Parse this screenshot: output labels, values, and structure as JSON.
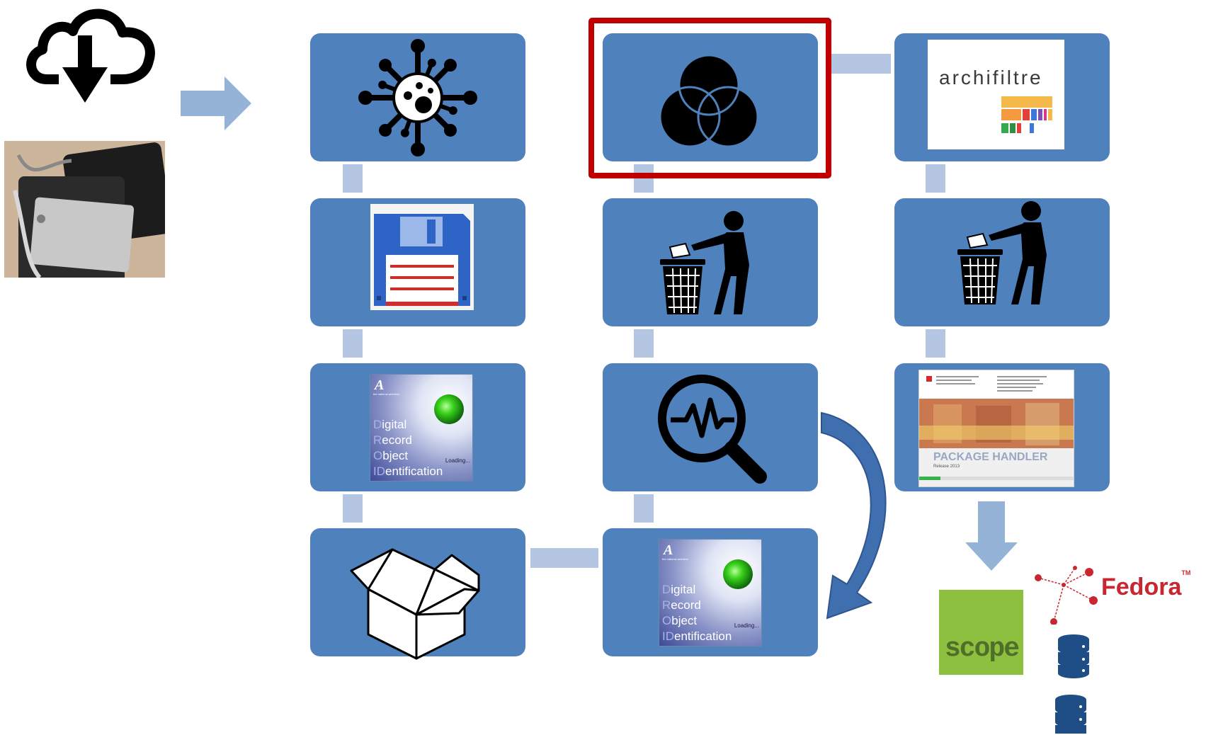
{
  "tools": {
    "archifiltre": {
      "wordmark": "archifiltre"
    },
    "droid_top": {
      "logo": "A",
      "logo_sub": "the national archives",
      "lines": [
        {
          "cap": "D",
          "rest": "igital"
        },
        {
          "cap": "R",
          "rest": "ecord"
        },
        {
          "cap": "O",
          "rest": "bject"
        },
        {
          "cap": "ID",
          "rest": "entification"
        }
      ],
      "loading": "Loading..."
    },
    "droid_bottom": {
      "logo": "A",
      "logo_sub": "the national archives",
      "lines": [
        {
          "cap": "D",
          "rest": "igital"
        },
        {
          "cap": "R",
          "rest": "ecord"
        },
        {
          "cap": "O",
          "rest": "bject"
        },
        {
          "cap": "ID",
          "rest": "entification"
        }
      ],
      "loading": "Loading..."
    },
    "package_handler": {
      "title": "PACKAGE HANDLER",
      "subtitle": "Release 2013"
    }
  },
  "repositories": {
    "scope": "scope",
    "fedora": "Fedora",
    "fedora_tm": "TM"
  },
  "colors": {
    "tile": "#4f81bd",
    "connector": "#b4c6e2",
    "highlight": "#c00000",
    "curved_arrow": "#3f6fae"
  },
  "icons": [
    "cloud-download-icon",
    "external-hard-drives-photo",
    "arrow-right-icon",
    "virus-icon",
    "floppy-disk-icon",
    "open-box-icon",
    "venn-diagram-icon",
    "trash-bin-icon",
    "magnifier-waveform-icon",
    "archifiltre-logo",
    "package-handler-screenshot",
    "arrow-down-icon",
    "scope-logo",
    "fedora-logo",
    "database-icon"
  ]
}
